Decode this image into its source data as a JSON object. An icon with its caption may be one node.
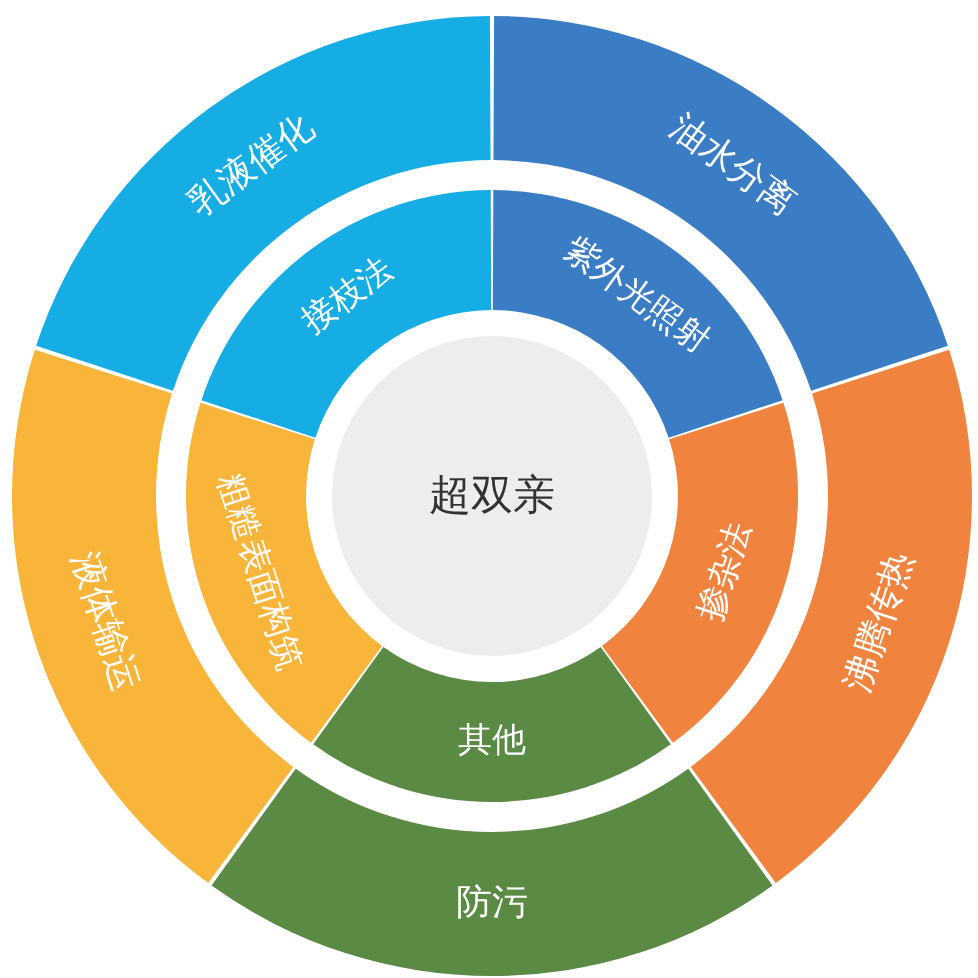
{
  "diagram": {
    "nodes": [
      {
        "text": [
          "超双亲"
        ]
      },
      {
        "text": [
          "接枝法"
        ]
      },
      {
        "text": [
          "紫外光照射"
        ]
      },
      {
        "text": [
          "掺杂法"
        ]
      },
      {
        "text": [
          "其他"
        ]
      },
      {
        "text": [
          "粗糙表面构筑"
        ]
      },
      {
        "text": [
          "乳液催化"
        ]
      },
      {
        "text": [
          "油水分离"
        ]
      },
      {
        "text": [
          "沸腾传热"
        ]
      },
      {
        "text": [
          "防污"
        ]
      },
      {
        "text": [
          "液体输运"
        ]
      }
    ]
  }
}
